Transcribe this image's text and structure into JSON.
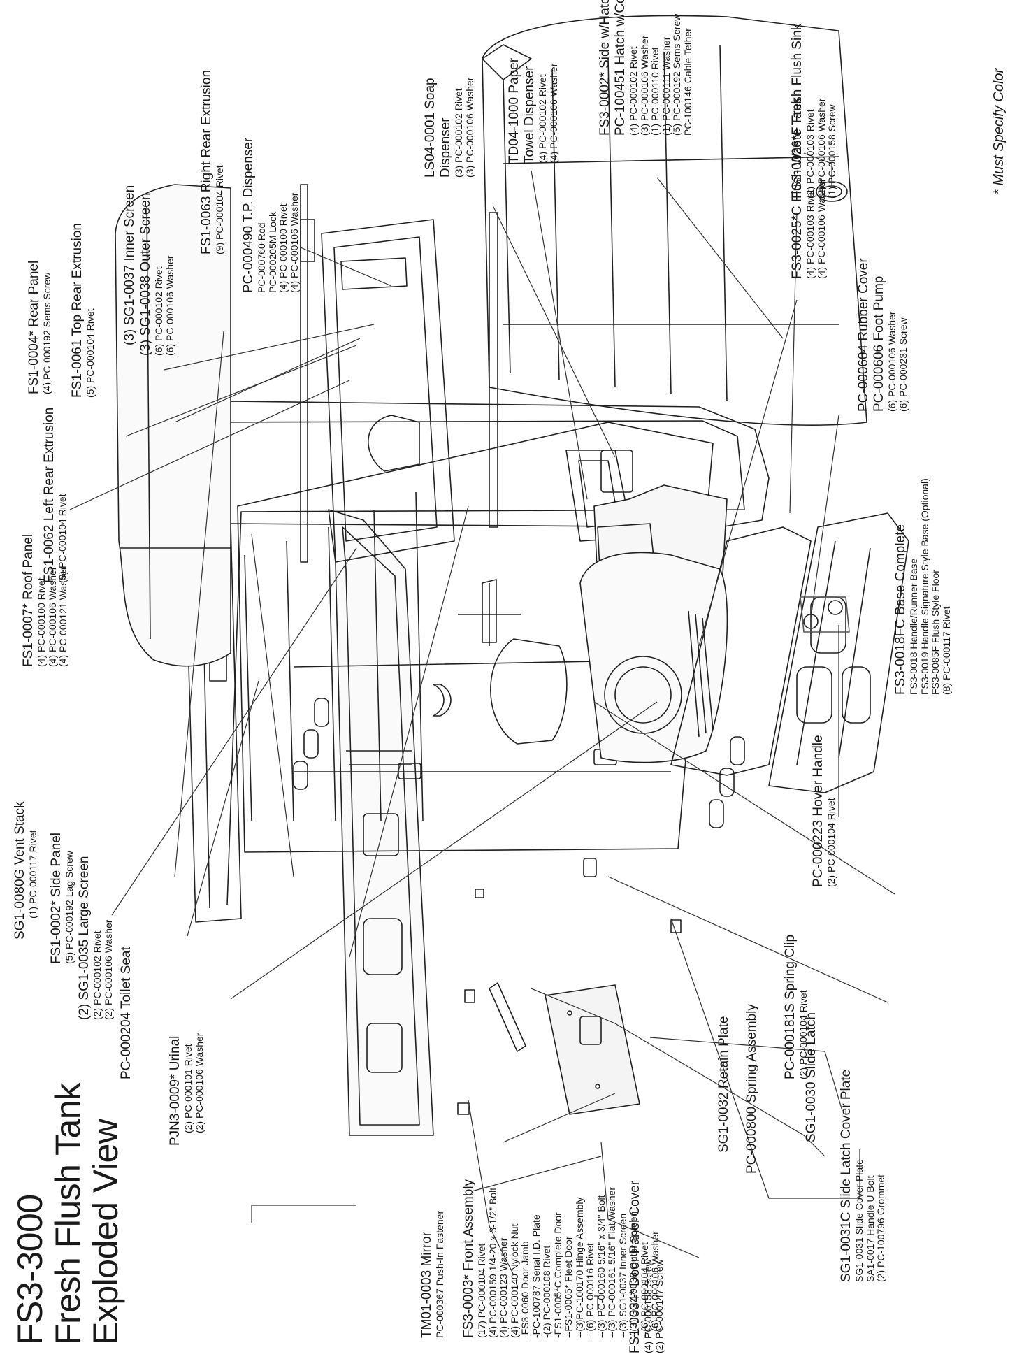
{
  "title": {
    "line1": "FS3-3000",
    "line2": "Fresh Flush Tank",
    "line3": "Exploded View"
  },
  "footnote": "* Must Specify Color",
  "callouts": [
    {
      "id": "mirror",
      "head": "TM01-0003 Mirror",
      "subs": [
        "PC-000367 Push-In Fastener"
      ]
    },
    {
      "id": "front-assembly",
      "head": "FS3-0003* Front Assembly",
      "subs": [
        "(17) PC-000104 Rivet",
        "(4) PC-000159 1/4-20 x 3-1/2\" Bolt",
        "(4) PC-000123 Washer",
        "(4) PC-000140 Nylock Nut",
        "-FS3-0060 Door Jamb",
        "-PC-100787 Serial I.D. Plate",
        "-(2) PC-000108 Rivet",
        "-FS1-0005*C Complete Door",
        "--FS1-0005* Fleet Door",
        "--(3)PC-100170 Hinge Assembly",
        "--(6) PC-000116 Rivet",
        "--(3) PC-000160 5/16\" x 3/4\" Bolt",
        "--(3) PC-000161 5/16\" Flat Washer",
        "--(3) SG1-0037 Inner Screen",
        "--(3) SG1-0038 Outer Screen",
        "--(6) PC-000104 Rivet",
        "--(6) PC-000106 Washer"
      ]
    },
    {
      "id": "urinal",
      "head": "PJN3-0009* Urinal",
      "subs": [
        "(2) PC-000101 Rivet",
        "(2) PC-000106 Washer"
      ]
    },
    {
      "id": "toilet-seat",
      "head": "PC-000204 Toilet Seat",
      "subs": []
    },
    {
      "id": "large-screen",
      "head": "(2) SG1-0035 Large Screen",
      "subs": [
        "(2) PC-000102 Rivet",
        "(2) PC-000106 Washer"
      ]
    },
    {
      "id": "side-panel",
      "head": "FS1-0002* Side Panel",
      "subs": [
        "(5) PC-000192 Lag Screw"
      ]
    },
    {
      "id": "vent-stack",
      "head": "SG1-0080G Vent Stack",
      "subs": [
        "(1) PC-000117 Rivet"
      ]
    },
    {
      "id": "roof-panel",
      "head": "FS1-0007* Roof Panel",
      "subs": [
        "(4) PC-000100 Rivet",
        "(4) PC-000106 Washer",
        "(4) PC-000121 Washer"
      ]
    },
    {
      "id": "left-rear",
      "head": "FS1-0062 Left Rear Extrusion",
      "subs": [
        "(9) PC-000104 Rivet"
      ]
    },
    {
      "id": "rear-panel",
      "head": "FS1-0004* Rear Panel",
      "subs": [
        "(4) PC-000192 Sems Screw"
      ]
    },
    {
      "id": "top-rear",
      "head": "FS1-0061 Top Rear Extrusion",
      "subs": [
        "(5) PC-000104 Rivet"
      ]
    },
    {
      "id": "inner-screen",
      "head": "(3) SG1-0037 Inner Screen",
      "subs": []
    },
    {
      "id": "outer-screen",
      "head": "(3) SG1-0038 Outer Screen",
      "subs": [
        "(6) PC-000102 Rivet",
        "(6) PC-000106 Washer"
      ]
    },
    {
      "id": "right-rear",
      "head": "FS1-0063 Right Rear Extrusion",
      "subs": [
        "(9) PC-000104 Rivet"
      ]
    },
    {
      "id": "tp-dispenser",
      "head": "PC-000490 T.P. Dispenser",
      "subs": [
        "PC-000760 Rod",
        "PC-000205M Lock",
        "(4) PC-000100 Rivet",
        "(4) PC-000106 Washer"
      ]
    },
    {
      "id": "soap",
      "head": "LS04-0001 Soap",
      "head2": "Dispenser",
      "subs": [
        "(3) PC-000102 Rivet",
        "(3) PC-000106 Washer"
      ]
    },
    {
      "id": "towel",
      "head": "TD04-1000 Paper",
      "head2": "Towel Dispenser",
      "subs": [
        "(4) PC-000102 Rivet",
        "(4) PC-000106 Washer"
      ]
    },
    {
      "id": "side-hatch",
      "head": "FS3-0002* Side w/Hatch",
      "head2": "PC-100451 Hatch w/Cover",
      "subs": [
        "(4) PC-000102 Rivet",
        "(3) PC-000106 Washer",
        "(1) PC-000110 Rivet",
        "(1) PC-000111 Washer",
        "(5) PC-000192 Sems Screw",
        "PC-100146 Cable Tether"
      ]
    },
    {
      "id": "sink",
      "head": "FS3-0026*F Fresh Flush Sink",
      "subs": [
        "(2) PC-000103 Rivet",
        "(2) PC-000106 Washer",
        "(1) PC-000158 Screw"
      ]
    },
    {
      "id": "waste-tank",
      "head": "FS3-0025*C Flush Waste Tank",
      "subs": [
        "(4) PC-000103 Rivet",
        "(4) PC-000106 Washer"
      ]
    },
    {
      "id": "rubber-cover",
      "head": "PC-000604 Rubber Cover",
      "head2": "PC-000606 Foot Pump",
      "subs": [
        "(6) PC-000106 Washer",
        "(6) PC-000231 Screw"
      ]
    },
    {
      "id": "base",
      "head": "FS3-0018FC Base Complete",
      "subs": [
        "FS3-0018 Handle/Runner Base",
        "FS3-0019 Handle Signature Style Base (Optional)",
        "FS3-0085F Flush Style Floor",
        "(8) PC-000117 Rivet"
      ]
    },
    {
      "id": "hover-handle",
      "head": "PC-000223 Hover Handle",
      "subs": [
        "(2) PC-000104 Rivet"
      ]
    },
    {
      "id": "spring-clip",
      "head": "PC-000181S Spring Clip",
      "subs": [
        "(2) PC-000104 Rivet"
      ]
    },
    {
      "id": "latch-cover",
      "head": "SG1-0031C Slide Latch Cover Plate",
      "subs": [
        "SG1-0031 Slide Cover Plate",
        "SA1-0017 Handle U Bolt",
        "(2) PC-100796 Grommet"
      ]
    },
    {
      "id": "slide-latch",
      "head": "SG1-0030 Slide Latch",
      "subs": []
    },
    {
      "id": "spring-assembly",
      "head": "PC-000800 Spring Assembly",
      "subs": []
    },
    {
      "id": "retain-plate",
      "head": "SG1-0032 Retain Plate",
      "subs": []
    },
    {
      "id": "door-panel-cover",
      "head": "FS1-0034* Door Panel Cover",
      "subs": [
        "(4) PC-000158 Screw",
        "(2) PC-000147 Screw"
      ]
    }
  ]
}
